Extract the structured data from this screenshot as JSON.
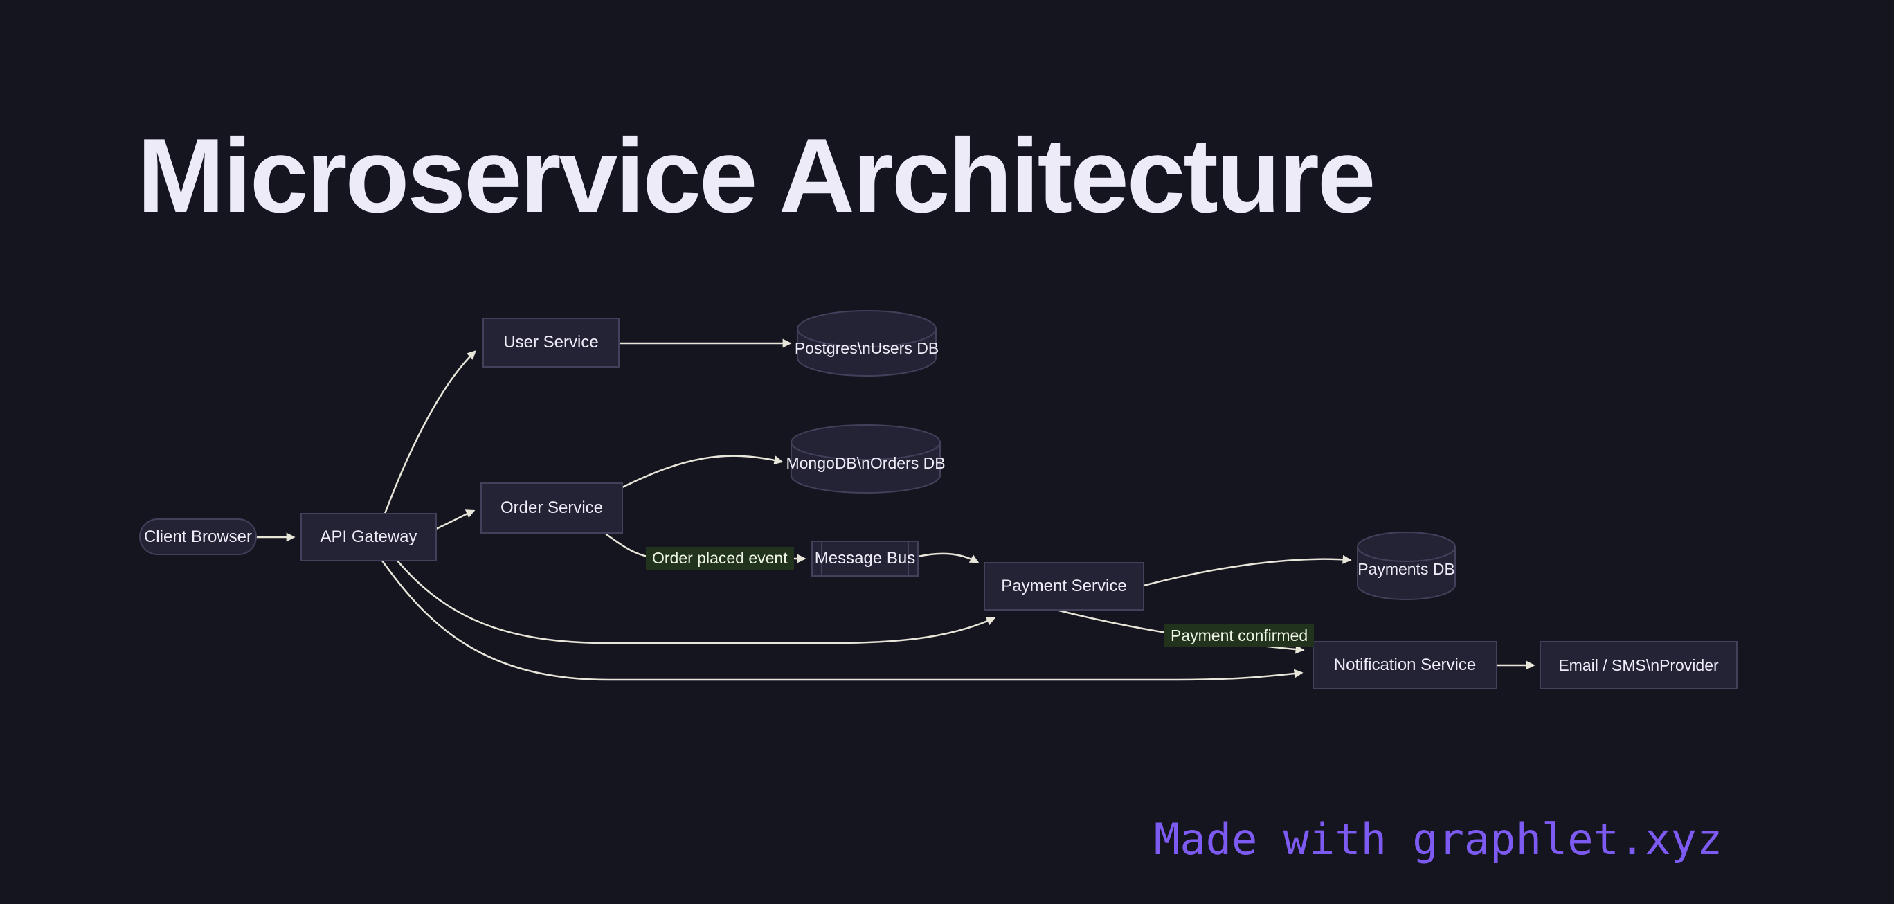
{
  "title": "Microservice Architecture",
  "footer": {
    "text": "Made with graphlet.xyz"
  },
  "colors": {
    "background": "#15151f",
    "title_text": "#edebf7",
    "node_fill": "#242336",
    "node_border": "#42405a",
    "node_text": "#f0edf8",
    "edge": "#e8e5d9",
    "edge_label_bg": "#22331d",
    "edge_label_text": "#eef4e6",
    "footer_text": "#7d5bf2"
  },
  "diagram": {
    "type": "flowchart-left-right",
    "nodes": [
      {
        "id": "client-browser",
        "label": "Client Browser",
        "shape": "stadium"
      },
      {
        "id": "api-gateway",
        "label": "API Gateway",
        "shape": "rect"
      },
      {
        "id": "user-service",
        "label": "User Service",
        "shape": "rect"
      },
      {
        "id": "postgres-users-db",
        "label": "Postgres\\nUsers DB",
        "shape": "cylinder"
      },
      {
        "id": "order-service",
        "label": "Order Service",
        "shape": "rect"
      },
      {
        "id": "mongodb-orders-db",
        "label": "MongoDB\\nOrders DB",
        "shape": "cylinder"
      },
      {
        "id": "message-bus",
        "label": "Message Bus",
        "shape": "subroutine"
      },
      {
        "id": "payment-service",
        "label": "Payment Service",
        "shape": "rect"
      },
      {
        "id": "payments-db",
        "label": "Payments DB",
        "shape": "cylinder"
      },
      {
        "id": "notification-service",
        "label": "Notification Service",
        "shape": "rect"
      },
      {
        "id": "email-sms-provider",
        "label": "Email / SMS\\nProvider",
        "shape": "rect"
      }
    ],
    "edges": [
      {
        "from": "client-browser",
        "to": "api-gateway",
        "label": ""
      },
      {
        "from": "api-gateway",
        "to": "user-service",
        "label": ""
      },
      {
        "from": "api-gateway",
        "to": "order-service",
        "label": ""
      },
      {
        "from": "api-gateway",
        "to": "payment-service",
        "label": ""
      },
      {
        "from": "api-gateway",
        "to": "notification-service",
        "label": ""
      },
      {
        "from": "user-service",
        "to": "postgres-users-db",
        "label": ""
      },
      {
        "from": "order-service",
        "to": "mongodb-orders-db",
        "label": ""
      },
      {
        "from": "order-service",
        "to": "message-bus",
        "label": "Order placed event"
      },
      {
        "from": "message-bus",
        "to": "payment-service",
        "label": ""
      },
      {
        "from": "payment-service",
        "to": "payments-db",
        "label": ""
      },
      {
        "from": "payment-service",
        "to": "notification-service",
        "label": "Payment confirmed"
      },
      {
        "from": "notification-service",
        "to": "email-sms-provider",
        "label": ""
      }
    ]
  }
}
